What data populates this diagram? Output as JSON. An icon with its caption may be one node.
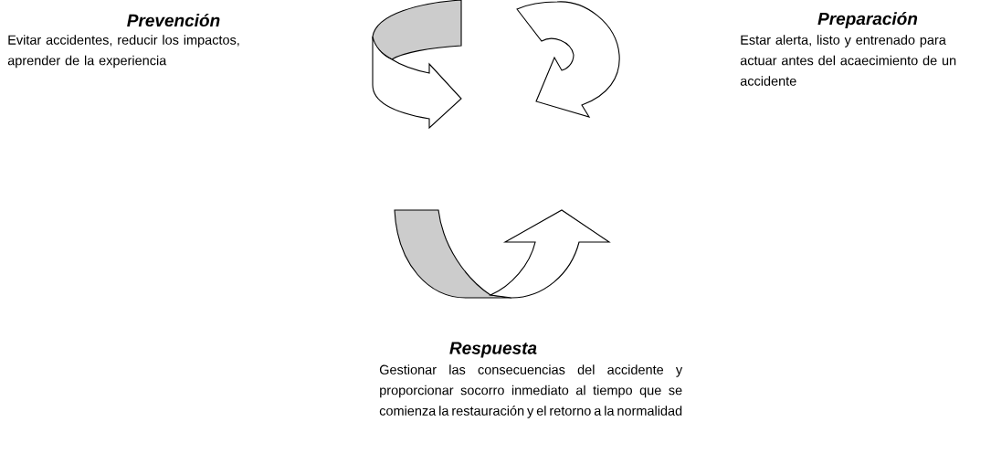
{
  "diagram": {
    "labels": [
      "Prevención",
      "Evitar accidentes, reducir los impactos, aprender de la experiencia",
      "Preparación",
      "Estar alerta, listo y entrenado para actuar antes del acaecimiento de un accidente",
      "Respuesta",
      "Gestionar las consecuencias del accidente y proporcionar socorro inmediato al tiempo que se comienza  la restauración y el retorno a la normalidad"
    ]
  }
}
